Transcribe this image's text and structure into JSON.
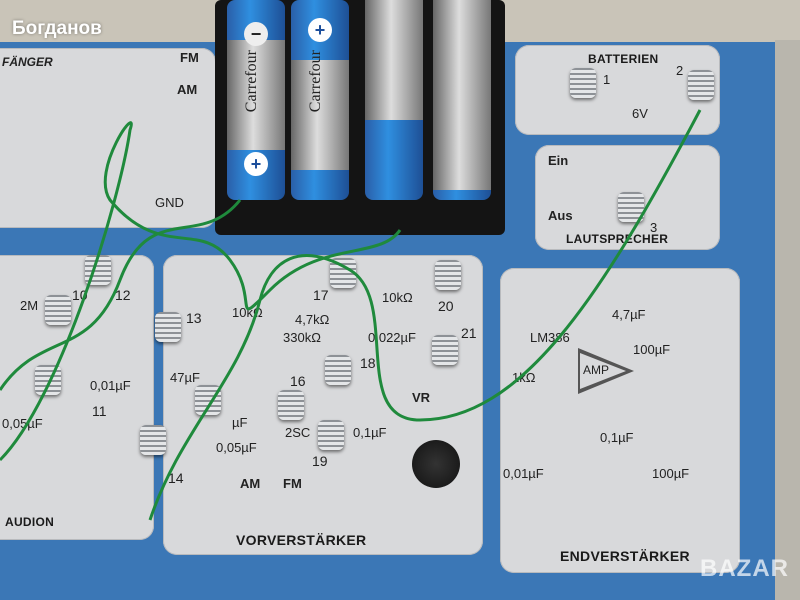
{
  "watermark": "Богданов",
  "bazar_watermark": "BAZAR",
  "battery_brand": "Carrefour",
  "battery_plus": "+",
  "battery_minus": "−",
  "empfaenger": {
    "title": "FÄNGER",
    "fm": "FM",
    "am": "AM",
    "gnd": "GND"
  },
  "batterien": {
    "title": "BATTERIEN",
    "t1": "1",
    "t2": "2",
    "voltage": "6V"
  },
  "lautsprecher": {
    "title": "LAUTSPRECHER",
    "ein": "Ein",
    "aus": "Aus",
    "t3": "3"
  },
  "audion": {
    "title": "AUDION",
    "t10": "10",
    "t12": "12",
    "t11": "11",
    "r": "2M",
    "c1": "0,05µF",
    "c2": "0,01µF"
  },
  "vorverstaerker": {
    "title": "VORVERSTÄRKER",
    "t13": "13",
    "r1": "10kΩ",
    "t14": "14",
    "c1": "47µF",
    "c2": "µF",
    "c3": "0,05µF",
    "am": "AM",
    "fm": "FM",
    "t17": "17",
    "r2": "4,7kΩ",
    "r3": "330kΩ",
    "t16": "16",
    "tr": "2SC",
    "t19": "19",
    "t18": "18",
    "c4": "0,1µF",
    "r4": "10kΩ",
    "t20": "20",
    "c5": "0,022µF",
    "t21": "21",
    "vr": "VR"
  },
  "endverstaerker": {
    "title": "ENDVERSTÄRKER",
    "ic": "LM386",
    "r": "1kΩ",
    "amp": "AMP",
    "c1": "4,7µF",
    "c2": "100µF",
    "c3": "0,1µF",
    "c4": "0,01µF",
    "c5": "100µF"
  }
}
